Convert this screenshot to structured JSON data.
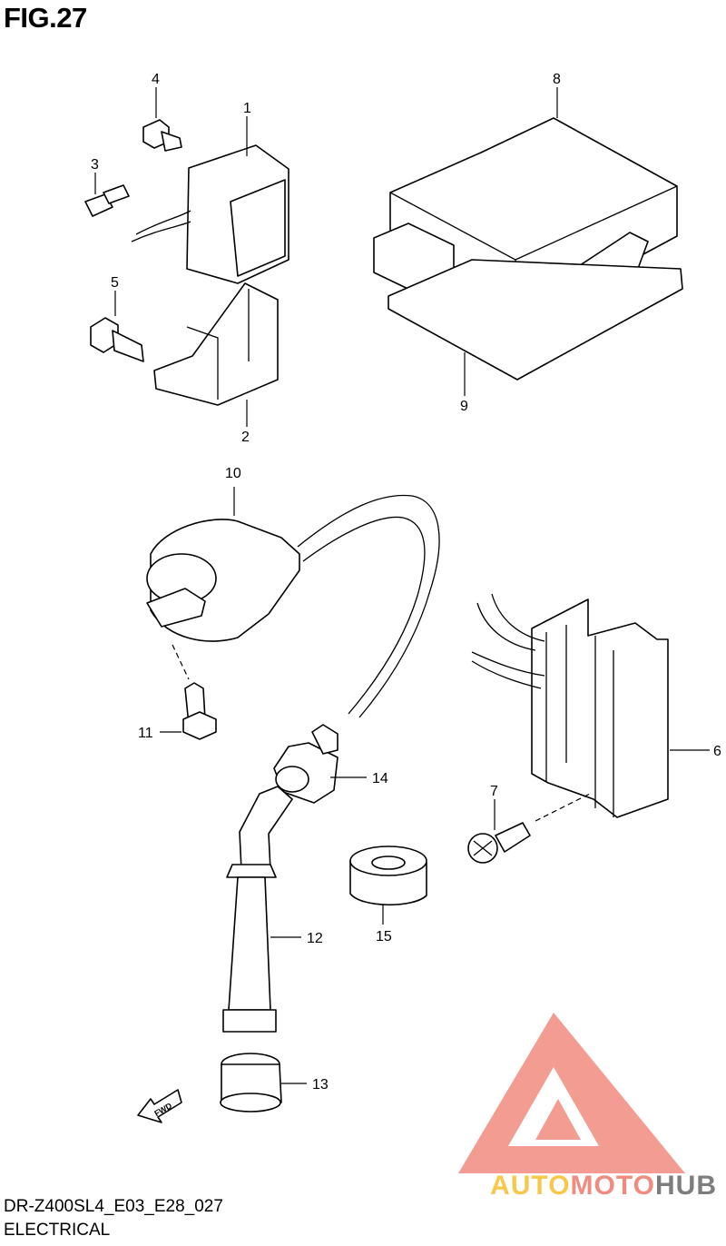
{
  "figure": {
    "title": "FIG.27",
    "model_code": "DR-Z400SL4_E03_E28_027",
    "category": "ELECTRICAL"
  },
  "callouts": [
    "1",
    "2",
    "3",
    "4",
    "5",
    "6",
    "7",
    "8",
    "9",
    "10",
    "11",
    "12",
    "13",
    "14",
    "15"
  ],
  "fwd_label": "FWD",
  "watermark": {
    "part1": "AUTO",
    "part2": "MOTO",
    "part3": "HUB",
    "colors": {
      "yellow": "#f7c84a",
      "salmon": "#f08b80",
      "grey": "#7d7d7d"
    }
  }
}
